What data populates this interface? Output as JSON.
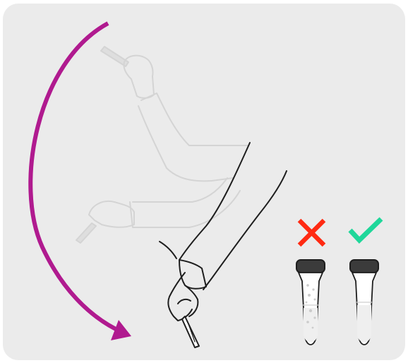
{
  "figure": {
    "background_color": "#ebebeb",
    "arrow_color": "#b01a8f",
    "wrong_mark": {
      "icon": "cross-icon",
      "color": "#ff2a12"
    },
    "correct_mark": {
      "icon": "check-icon",
      "color": "#1fd79a"
    },
    "ghost_color": "#d4d4d4",
    "line_color": "#1e1e1e",
    "cap_color": "#3b3b3b",
    "tubes": [
      {
        "state": "incorrect",
        "contents": "bubbles"
      },
      {
        "state": "correct",
        "contents": "clear"
      }
    ]
  }
}
